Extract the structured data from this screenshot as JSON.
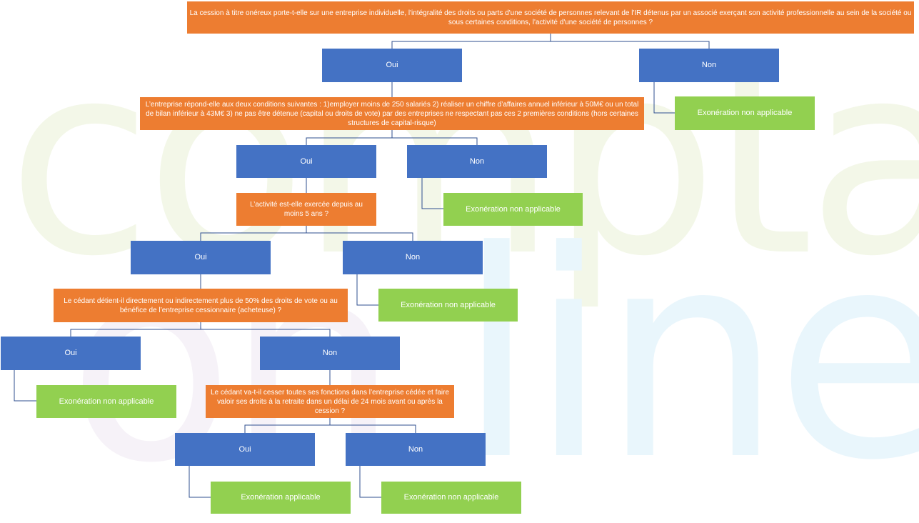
{
  "watermark": {
    "line1": "compta",
    "line2a": "on",
    "line2b": "line"
  },
  "colors": {
    "question": "#ed7d31",
    "answer": "#4472c4",
    "result": "#92d050",
    "connector": "#2f4f8f"
  },
  "questions": {
    "q1": "La cession à titre onéreux porte-t-elle sur une entreprise individuelle, l'intégralité des droits ou parts d'une société de personnes relevant de l'IR détenus par un associé exerçant son activité professionnelle au sein de la société ou sous certaines conditions,  l'activité d'une société de personnes ?",
    "q2": "L’entreprise répond-elle aux deux conditions suivantes : 1)employer moins de 250 salariés 2) réaliser un chiffre d’affaires annuel inférieur à 50M€ ou un total de bilan inférieur à 43M€ 3) ne pas être détenue (capital ou droits de vote) par des entreprises ne respectant pas ces 2 premières conditions (hors certaines structures de capital-risque)",
    "q3": "L’activité est-elle exercée depuis au moins 5 ans ?",
    "q4": "Le cédant détient-il directement ou indirectement plus de 50% des droits de vote ou au bénéfice de l’entreprise cessionnaire (acheteuse) ?",
    "q5": "Le cédant va-t-il cesser toutes ses fonctions dans l’entreprise cédée et faire valoir ses droits à la retraite dans un délai de 24 mois avant ou après la cession ?"
  },
  "answers": {
    "yes": "Oui",
    "no": "Non"
  },
  "results": {
    "not_applicable": "Exonération non applicable",
    "applicable": "Exonération applicable"
  }
}
